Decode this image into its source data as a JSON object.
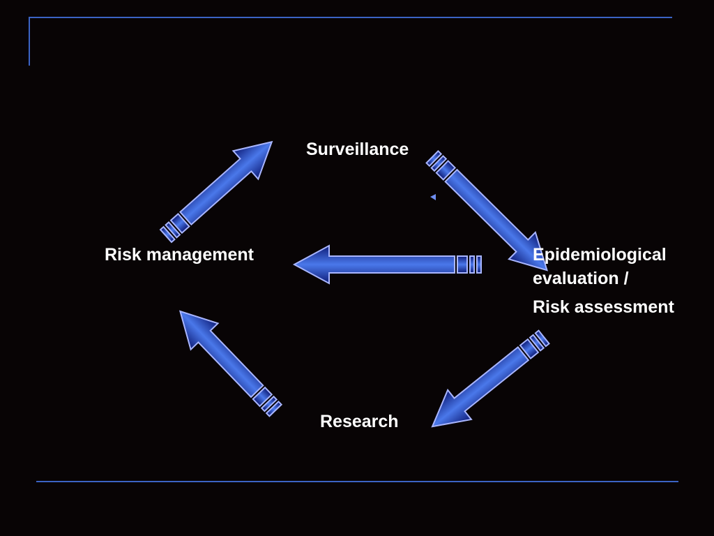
{
  "nodes": {
    "surveillance": "Surveillance",
    "risk_management": "Risk management",
    "epidemiological_line1": "Epidemiological",
    "epidemiological_line2": "evaluation /",
    "risk_assessment": "Risk assessment",
    "research": "Research"
  },
  "colors": {
    "background": "#080405",
    "frame_line": "#3b63c4",
    "arrow_dark": "#0e1c78",
    "arrow_light": "#4a78ea",
    "arrow_outline": "#a9b6ff"
  }
}
